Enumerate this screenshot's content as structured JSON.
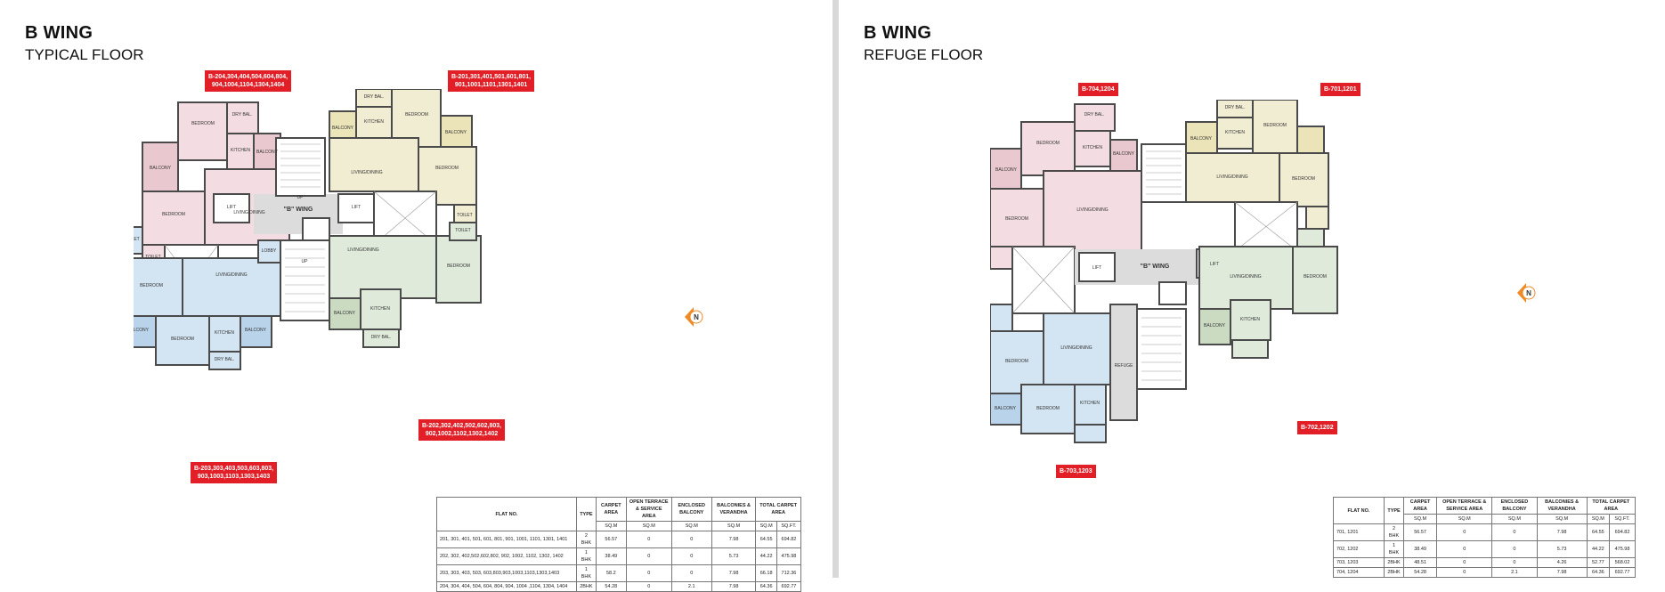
{
  "left": {
    "title": "B WING",
    "subtitle": "TYPICAL FLOOR",
    "tags": {
      "top_left": "B-204,304,404,504,604,804,\n904,1004,1104,1304,1404",
      "top_right": "B-201,301,401,501,601,801,\n901,1001,1101,1301,1401",
      "bottom_left": "B-203,303,403,503,603,803,\n903,1003,1103,1303,1403",
      "bottom_right": "B-202,302,402,502,602,803,\n902,1002,1102,1302,1402"
    },
    "wing_label": "\"B\" WING",
    "rooms": {
      "balcony": "BALCONY",
      "bedroom": "BEDROOM",
      "kitchen": "KITCHEN",
      "dry_bal": "DRY BAL.",
      "toilet": "TOILET",
      "living": "LIVING/DINING",
      "lift": "LIFT",
      "lobby": "LOBBY",
      "up": "UP"
    },
    "compass": "N",
    "table": {
      "headers": [
        "FLAT NO.",
        "TYPE",
        "CARPET AREA",
        "OPEN TERRACE & SERVICE AREA",
        "ENCLOSED BALCONY",
        "BALCONIES & VERANDHA",
        "TOTAL CARPET AREA"
      ],
      "units": [
        "SQ.M",
        "SQ.M",
        "SQ.M",
        "SQ.M",
        "SQ.M",
        "SQ.FT."
      ],
      "rows": [
        [
          "201, 301, 401, 501, 601, 801, 901, 1001, 1101, 1301, 1401",
          "2 BHK",
          "56.57",
          "0",
          "0",
          "7.98",
          "64.55",
          "694.82"
        ],
        [
          "202, 302, 402,502,602,802, 902, 1002, 1102, 1302, 1402",
          "1 BHK",
          "38.49",
          "0",
          "0",
          "5.73",
          "44.22",
          "475.98"
        ],
        [
          "203, 303, 403, 503, 603,803,903,1003,1103,1303,1403",
          "1 BHK",
          "58.2",
          "0",
          "0",
          "7.98",
          "66.18",
          "712.36"
        ],
        [
          "204, 304, 404, 504, 604, 804, 904, 1004 ,1104, 1304, 1404",
          "2BHK",
          "54.28",
          "0",
          "2.1",
          "7.98",
          "64.36",
          "692.77"
        ]
      ]
    }
  },
  "right": {
    "title": "B WING",
    "subtitle": "REFUGE FLOOR",
    "tags": {
      "top_left": "B-704,1204",
      "top_right": "B-701,1201",
      "bottom_left": "B-703,1203",
      "bottom_right": "B-702,1202"
    },
    "wing_label": "\"B\" WING",
    "refuge_label": "REFUGE",
    "compass": "N",
    "table": {
      "headers": [
        "FLAT NO.",
        "TYPE",
        "CARPET AREA",
        "OPEN TERRACE & SERVICE AREA",
        "ENCLOSED BALCONY",
        "BALCONIES & VERANDHA",
        "TOTAL CARPET AREA"
      ],
      "units": [
        "SQ.M",
        "SQ.M",
        "SQ.M",
        "SQ.M",
        "SQ.M",
        "SQ.FT."
      ],
      "rows": [
        [
          "701, 1201",
          "2 BHK",
          "56.57",
          "0",
          "0",
          "7.98",
          "64.55",
          "694.82"
        ],
        [
          "702, 1202",
          "1 BHK",
          "38.49",
          "0",
          "0",
          "5.73",
          "44.22",
          "475.98"
        ],
        [
          "703, 1203",
          "2BHK",
          "48.51",
          "0",
          "0",
          "4.26",
          "52.77",
          "568.02"
        ],
        [
          "704, 1204",
          "2BHK",
          "54.28",
          "0",
          "2.1",
          "7.98",
          "64.36",
          "692.77"
        ]
      ]
    }
  },
  "colors": {
    "tag": "#e21f26",
    "pink": "#f3dde2",
    "yellow": "#f1edd2",
    "blue": "#d3e4f2",
    "green": "#dfeadb",
    "core": "#dcdcdc",
    "wall": "#4a4a4a",
    "compass": "#f08a24"
  }
}
